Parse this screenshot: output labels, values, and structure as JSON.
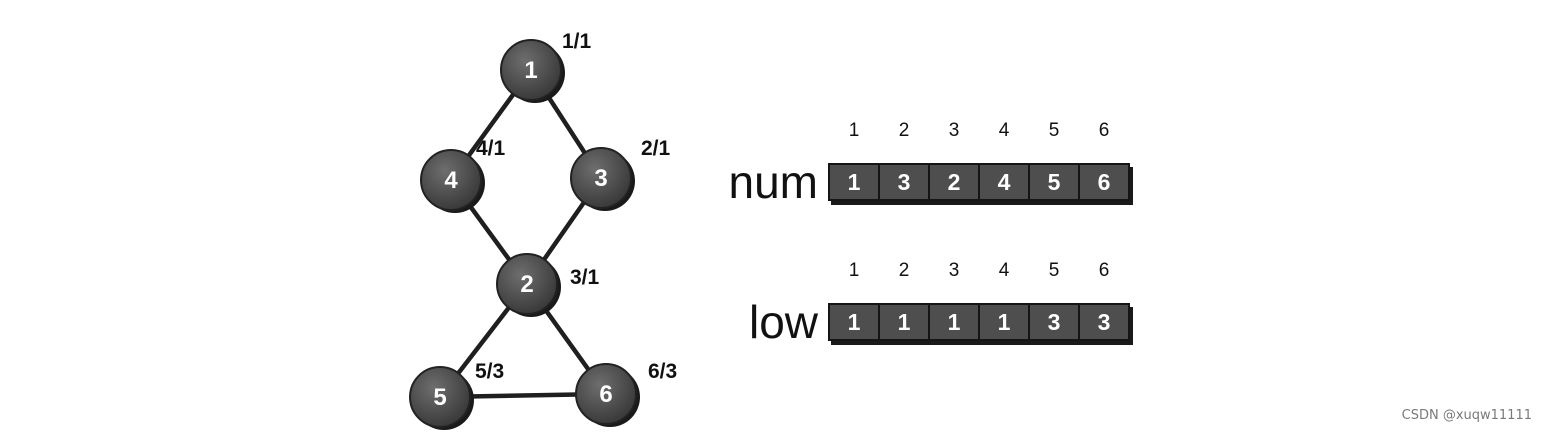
{
  "graph": {
    "nodes": [
      {
        "id": "1",
        "label": "1",
        "annotation": "1/1"
      },
      {
        "id": "4",
        "label": "4",
        "annotation": "4/1"
      },
      {
        "id": "3",
        "label": "3",
        "annotation": "2/1"
      },
      {
        "id": "2",
        "label": "2",
        "annotation": "3/1"
      },
      {
        "id": "5",
        "label": "5",
        "annotation": "5/3"
      },
      {
        "id": "6",
        "label": "6",
        "annotation": "6/3"
      }
    ],
    "edges": [
      [
        "1",
        "4"
      ],
      [
        "1",
        "3"
      ],
      [
        "4",
        "2"
      ],
      [
        "3",
        "2"
      ],
      [
        "2",
        "5"
      ],
      [
        "2",
        "6"
      ],
      [
        "5",
        "6"
      ]
    ]
  },
  "arrays": {
    "num": {
      "label": "num",
      "indices": [
        "1",
        "2",
        "3",
        "4",
        "5",
        "6"
      ],
      "values": [
        "1",
        "3",
        "2",
        "4",
        "5",
        "6"
      ]
    },
    "low": {
      "label": "low",
      "indices": [
        "1",
        "2",
        "3",
        "4",
        "5",
        "6"
      ],
      "values": [
        "1",
        "1",
        "1",
        "1",
        "3",
        "3"
      ]
    }
  },
  "watermark": "CSDN @xuqw11111"
}
